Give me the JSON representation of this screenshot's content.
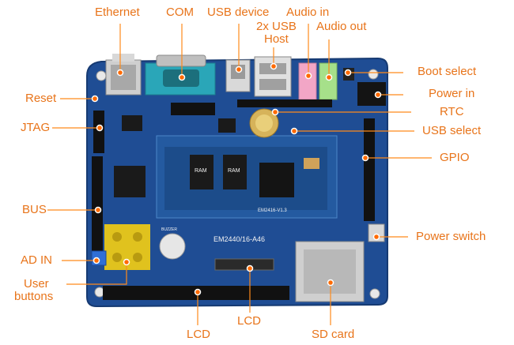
{
  "colors": {
    "label": "#e8741a",
    "board": "#1f4d94",
    "leader": "#ff8a1a",
    "dot": "#ff6a00"
  },
  "labels": {
    "ethernet": "Ethernet",
    "com": "COM",
    "usb_device": "USB device",
    "audio_in": "Audio in",
    "usb_host_line1": "2x USB",
    "usb_host_line2": "Host",
    "audio_out": "Audio out",
    "boot_select": "Boot select",
    "reset": "Reset",
    "power_in": "Power in",
    "rtc": "RTC",
    "jtag": "JTAG",
    "usb_select": "USB select",
    "gpio": "GPIO",
    "bus": "BUS",
    "power_switch": "Power switch",
    "ad_in": "AD IN",
    "user_buttons_line1": "User",
    "user_buttons_line2": "buttons",
    "lcd_left": "LCD",
    "lcd_middle": "LCD",
    "sd_card": "SD card"
  },
  "board_text": {
    "model": "EM2440/16-A46",
    "core": "EM2416-V1.3",
    "ram_a": "RAM",
    "ram_b": "RAM",
    "buzzer": "BUZZER"
  }
}
